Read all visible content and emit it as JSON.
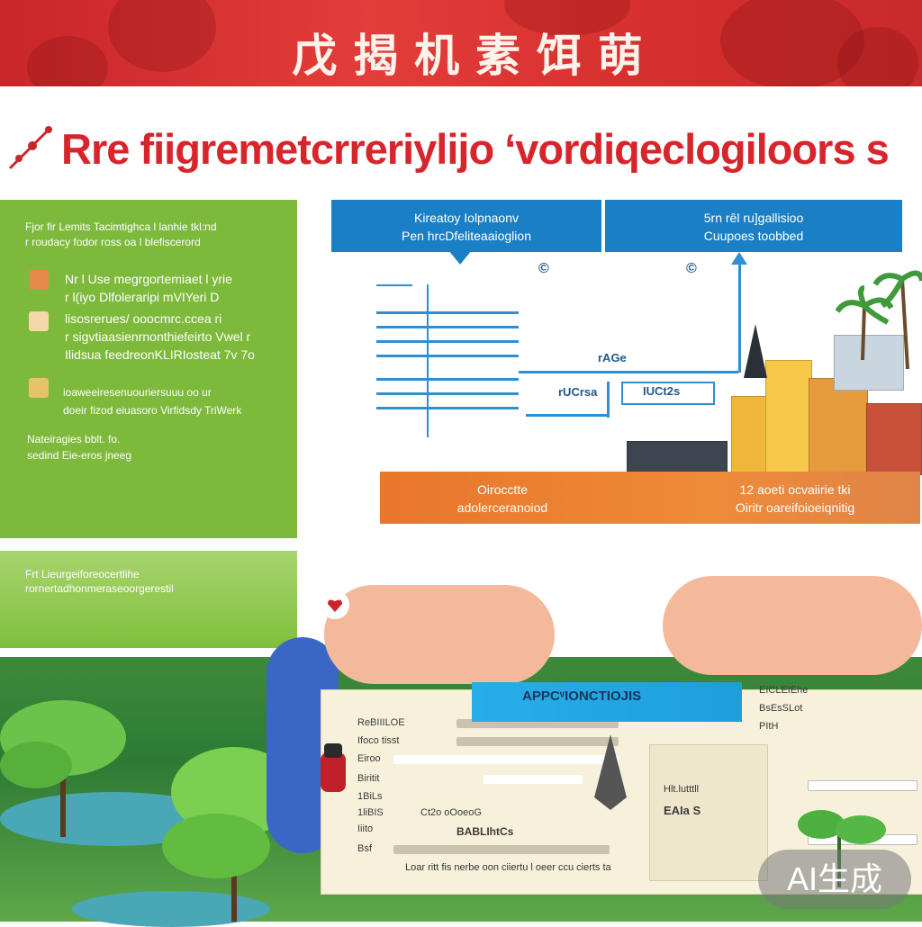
{
  "banner": {
    "title": "戊 揭 机 素 饵 萌"
  },
  "headline": {
    "text": "Rre fiigremetcrreriylijo ‘vordiqeclogiloors s"
  },
  "green_panel": {
    "intro": [
      "Fjor fir Lemits Tacimtighca l lanhie tkl:nd",
      "r roudacy fodor ross oa l blefiscerord"
    ],
    "item1": [
      "Nr l Use megrgortemiaet    l yrie",
      "r l(iyo Dlfoleraripi mVIYeri D",
      "lisosrerues/ ooocmrc.ccea ri"
    ],
    "item2": [
      "r sigvtiaasienrnonthiefeirto  Vwel r",
      "Ilidsua feedreonKLIRIosteat  7v 7o"
    ],
    "item3": [
      "ioaweeiresenuouriersuuu oo ur",
      "doeir fizod eiuasoro Virfidsdy TriWerk"
    ],
    "item4": [
      "Nateiragies bblt. fo.",
      "sedind Eie-eros jneeg"
    ],
    "strip": [
      "Frt Lieurgeiforeocertlihe",
      "rornertadhonmeraseoorgerestil"
    ]
  },
  "diagram": {
    "header_left": [
      "Kireatoy Iolpnaonv",
      "Pen hrcDfeliteaaioglion"
    ],
    "header_right": [
      "5rn rêl ru]gallisioo",
      "Cuupoes toobbed"
    ],
    "label_a": "rAGe",
    "label_b": "rUCrsa",
    "label_c": "IUCt2s",
    "icon_label_a": "©",
    "icon_label_b": "©"
  },
  "orange_bar": {
    "left": [
      "Oirocctte",
      "adolerceranoiod"
    ],
    "right": [
      "12 aoeti ocvaiirie tki",
      "Oiritr oareifoioeiqnitig"
    ]
  },
  "document": {
    "banner": "APPCᵛIONCTIOJIS",
    "rows_left": [
      "ReBIIILOE",
      "Ifoco tisst",
      "Eiroo",
      "Biritit",
      "1BiLs",
      "1liBIS",
      "Iiito",
      "Ct2o  oOoeoG",
      "BABLIhtCs",
      "Bsf"
    ],
    "rows_right": [
      "EICLEIEhe",
      "BsEsSLot",
      "PItH",
      "Hlt.lutttll",
      "EAIa  S"
    ],
    "footer": "Loar ritt fis nerbe oon ciiertu l oeer ccu cierts ta"
  },
  "watermark": {
    "text": "AI生成"
  },
  "colors": {
    "banner_red": "#d62f2f",
    "headline_red": "#d7262b",
    "green": "#7dba3c",
    "blue": "#1a7fc4",
    "orange": "#e8762b",
    "cyan": "#27aee8"
  }
}
